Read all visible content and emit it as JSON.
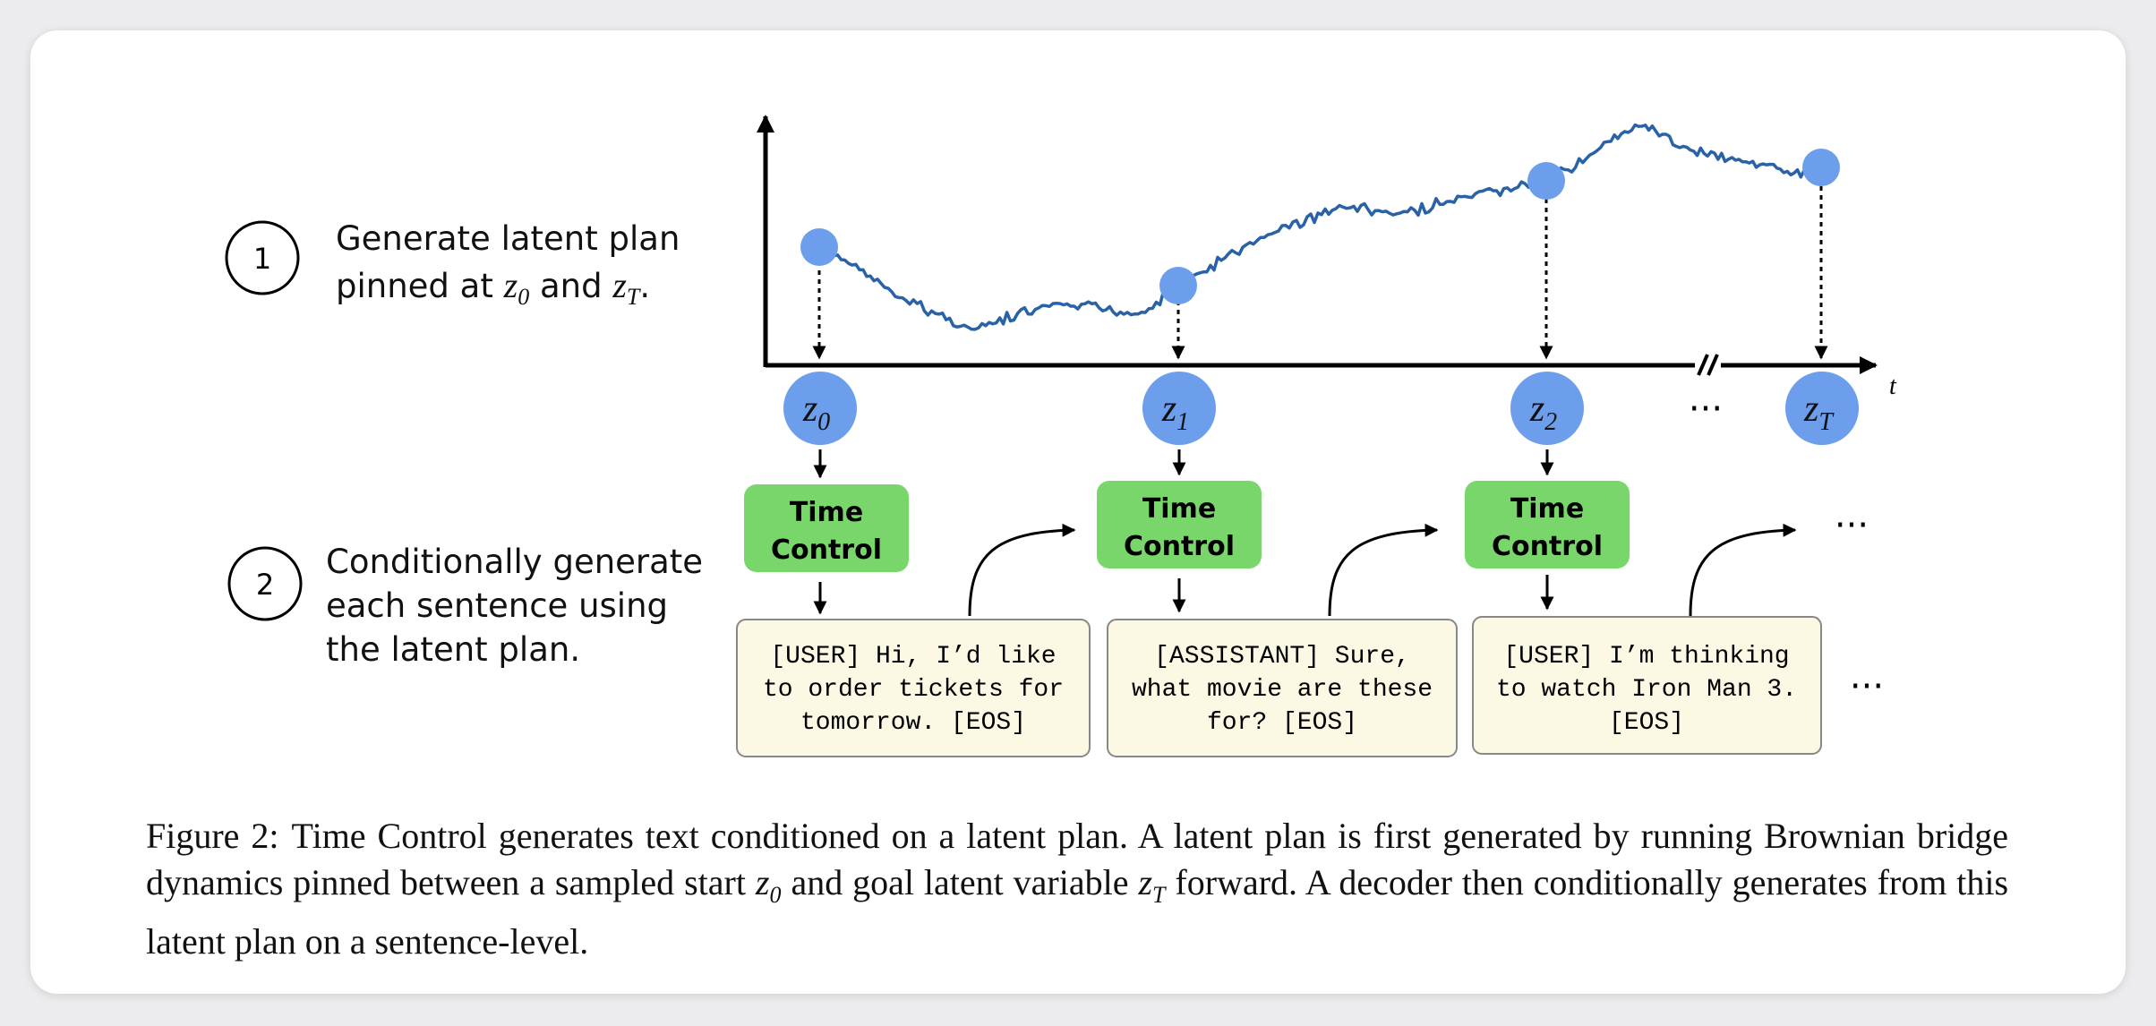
{
  "steps": [
    {
      "number": "1",
      "line1": "Generate latent plan",
      "line2_prefix": "pinned at ",
      "line2_mid": " and ",
      "line2_suffix": "."
    },
    {
      "number": "2",
      "lines": [
        "Conditionally generate",
        "each sentence using",
        "the latent plan."
      ]
    }
  ],
  "axis": {
    "x_label": "t",
    "break_mark": "//"
  },
  "latents": [
    {
      "base": "z",
      "sub": "0"
    },
    {
      "base": "z",
      "sub": "1"
    },
    {
      "base": "z",
      "sub": "2"
    },
    {
      "base": "z",
      "sub": "T"
    }
  ],
  "ellipsis": "···",
  "time_control": {
    "line1": "Time",
    "line2": "Control"
  },
  "sentences": [
    [
      "[USER] Hi, I’d like",
      "to order tickets for",
      "tomorrow. [EOS]"
    ],
    [
      "[ASSISTANT] Sure,",
      "what movie are these",
      "for? [EOS]"
    ],
    [
      "[USER] I’m thinking",
      "to watch Iron Man 3.",
      "[EOS]"
    ]
  ],
  "caption": {
    "label": "Figure 2:",
    "text_1": "Time Control generates text conditioned on a latent plan. A latent plan is first generated by running Brownian bridge dynamics pinned between a sampled start",
    "text_2": "and goal latent variable",
    "text_3": "forward. A decoder then conditionally generates from this latent plan on a sentence-level."
  },
  "colors": {
    "latent_node": "#6d9eeb",
    "trajectory": "#2a62a8",
    "time_control_box": "#79d66b",
    "sentence_box": "#fbf8e3"
  }
}
